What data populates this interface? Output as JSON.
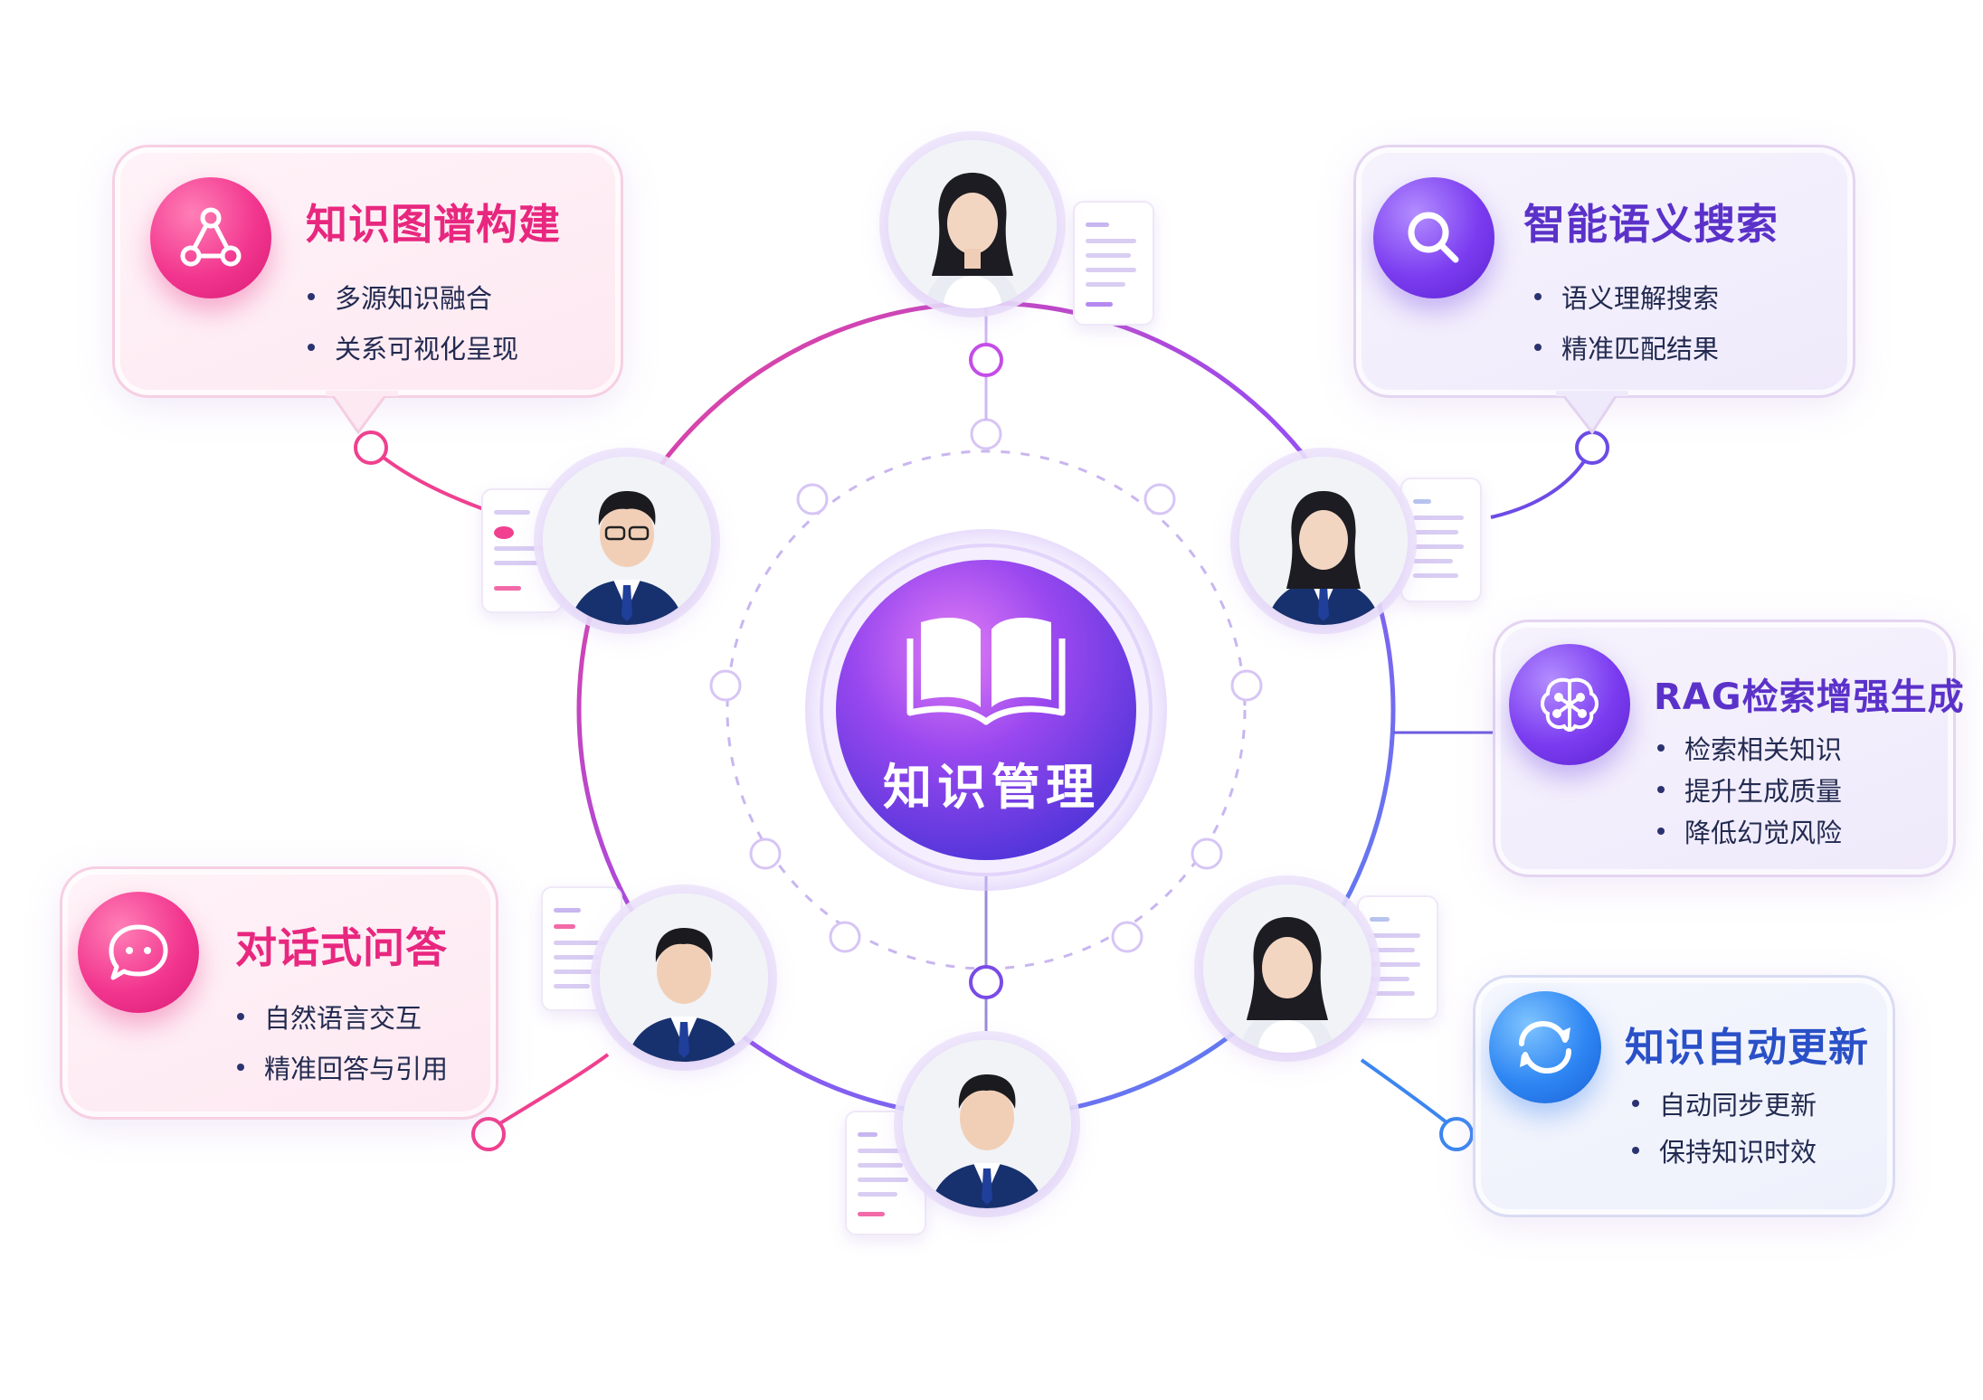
{
  "center": {
    "label": "知识管理",
    "icon": "open-book-icon"
  },
  "cards": [
    {
      "id": "knowledge-graph",
      "title": "知识图谱构建",
      "icon": "graph-nodes-icon",
      "accent": "#e8277f",
      "bullets": [
        "多源知识融合",
        "关系可视化呈现"
      ]
    },
    {
      "id": "semantic-search",
      "title": "智能语义搜索",
      "icon": "search-icon",
      "accent": "#5b32c9",
      "bullets": [
        "语义理解搜索",
        "精准匹配结果"
      ]
    },
    {
      "id": "rag",
      "title": "RAG检索增强生成",
      "icon": "brain-icon",
      "accent": "#5b32c9",
      "bullets": [
        "检索相关知识",
        "提升生成质量",
        "降低幻觉风险"
      ]
    },
    {
      "id": "conversational-qa",
      "title": "对话式问答",
      "icon": "chat-bubble-icon",
      "accent": "#e8277f",
      "bullets": [
        "自然语言交互",
        "精准回答与引用"
      ]
    },
    {
      "id": "auto-update",
      "title": "知识自动更新",
      "icon": "refresh-icon",
      "accent": "#2a50c8",
      "bullets": [
        "自动同步更新",
        "保持知识时效"
      ]
    }
  ],
  "colors": {
    "pink": "#e8277f",
    "violet": "#7b3cf0",
    "blue": "#2e86f3",
    "ring_start": "#f0408f",
    "ring_end": "#4a8cf0"
  }
}
